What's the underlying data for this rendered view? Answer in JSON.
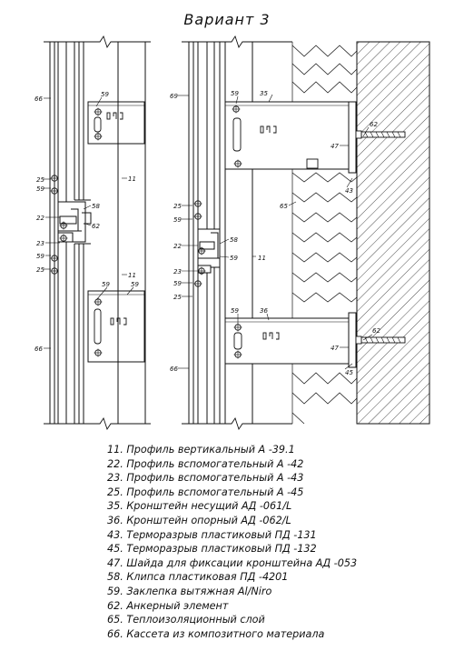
{
  "title": "Вариант 3",
  "left_labels": {
    "l66a": "66",
    "l59a": "59",
    "l11a": "11",
    "l25a": "25",
    "l59b": "59",
    "l22": "22",
    "l58": "58",
    "l62": "62",
    "l23": "23",
    "l59c": "59",
    "l25b": "25",
    "l11b": "11",
    "l59d": "59",
    "l59e": "59",
    "l66b": "66"
  },
  "right_labels": {
    "l69": "69",
    "l59a": "59",
    "l35": "35",
    "l62a": "62",
    "l47a": "47",
    "l43": "43",
    "l65": "65",
    "l25a": "25",
    "l59b": "59",
    "l22": "22",
    "l58": "58",
    "l59c": "59",
    "l11": "11",
    "l23": "23",
    "l59d": "59",
    "l25b": "25",
    "l59e": "59",
    "l36": "36",
    "l62b": "62",
    "l47b": "47",
    "l45": "45",
    "l66": "66"
  },
  "legend": [
    {
      "num": "11.",
      "text": "Профиль вертикальный А -39.1"
    },
    {
      "num": "22.",
      "text": "Профиль вспомогательный А -42"
    },
    {
      "num": "23.",
      "text": "Профиль вспомогательный А -43"
    },
    {
      "num": "25.",
      "text": "Профиль вспомогательный А -45"
    },
    {
      "num": "35.",
      "text": "Кронштейн несущий АД -061/L"
    },
    {
      "num": "36.",
      "text": "Кронштейн опорный АД -062/L"
    },
    {
      "num": "43.",
      "text": " Терморазрыв пластиковый ПД -131"
    },
    {
      "num": "45.",
      "text": " Терморазрыв пластиковый ПД -132"
    },
    {
      "num": "47.",
      "text": "Шайда для фиксации кронштейна АД -053"
    },
    {
      "num": "58.",
      "text": "Клипса пластиковая ПД -4201"
    },
    {
      "num": "59.",
      "text": "Заклепка вытяжная Al/Niro"
    },
    {
      "num": "62.",
      "text": "Анкерный элемент"
    },
    {
      "num": "65.",
      "text": "Теплоизоляционный слой"
    },
    {
      "num": "66.",
      "text": "Кассета из композитного материала"
    }
  ]
}
